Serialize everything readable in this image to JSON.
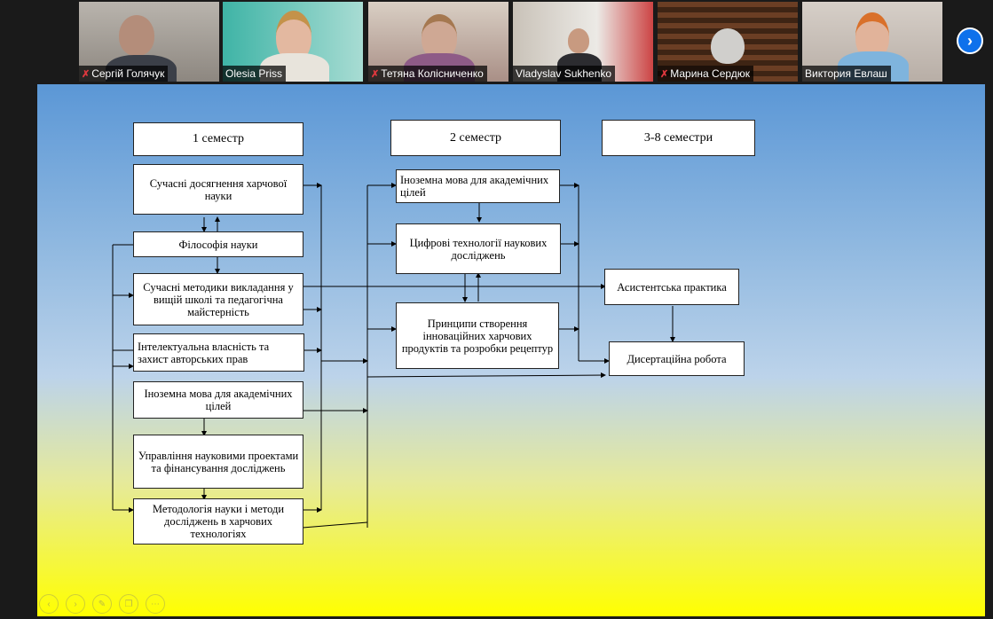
{
  "meeting": {
    "participants": [
      {
        "name": "Сергій Голячук",
        "muted": true,
        "active": false
      },
      {
        "name": "Olesia Priss",
        "muted": false,
        "active": true
      },
      {
        "name": "Тетяна Колісниченко",
        "muted": true,
        "active": false
      },
      {
        "name": "Vladyslav Sukhenko",
        "muted": false,
        "active": false
      },
      {
        "name": "Марина Сердюк",
        "muted": true,
        "active": false
      },
      {
        "name": "Виктория Евлаш",
        "muted": false,
        "active": false
      }
    ],
    "next_page_icon": "chevron-right-icon",
    "mic_muted_icon": "mic-muted-icon"
  },
  "slide": {
    "headers": {
      "sem1": "1 семестр",
      "sem2": "2 семестр",
      "sem3_8": "3-8 семестри"
    },
    "sem1_courses": [
      "Сучасні досягнення харчової науки",
      "Філософія науки",
      "Сучасні методики викладання у вищій школі та педагогічна майстерність",
      "Інтелектуальна власність та захист авторських прав",
      "Іноземна мова для академічних цілей",
      "Управління науковими проектами та фінансування досліджень",
      "Методологія науки і методи досліджень в харчових технологіях"
    ],
    "sem2_courses": [
      "Іноземна мова для академічних цілей",
      "Цифрові технології наукових досліджень",
      "Принципи створення інноваційних харчових продуктів та розробки рецептур"
    ],
    "sem3_8_items": [
      "Асистентська практика",
      "Дисертаційна робота"
    ]
  },
  "slide_toolbar": {
    "buttons": [
      "previous-icon",
      "next-icon",
      "pen-icon",
      "slides-icon",
      "more-icon"
    ],
    "glyphs": [
      "‹",
      "›",
      "✎",
      "❐",
      "⋯"
    ]
  }
}
